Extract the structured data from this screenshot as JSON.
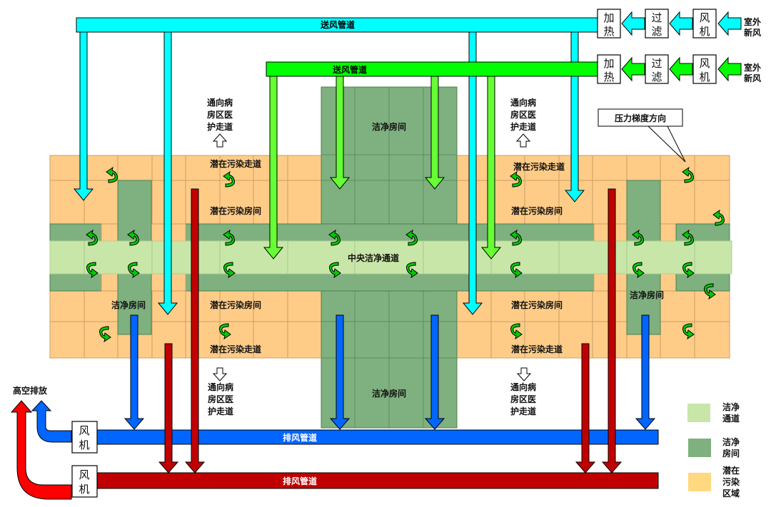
{
  "title": "负压病房通风系统气流组织示意图",
  "colors": {
    "supply_cyan": "#00FFFF",
    "supply_green": "#00FF00",
    "supply_branch_green": "#66FF33",
    "exhaust_blue": "#0066FF",
    "exhaust_red": "#C00000",
    "exhaust_outlet_red": "#FF0000",
    "clean_corridor": "#C8E6A8",
    "clean_room": "#7FB07F",
    "contaminated_zone": "#FFCC88",
    "pressure_arrow": "#00CC00"
  },
  "supply": {
    "cyan_duct_label": "送风管道",
    "green_duct_label": "送风管道",
    "chain": [
      {
        "label_line1": "加",
        "label_line2": "热"
      },
      {
        "label_line1": "过",
        "label_line2": "滤"
      },
      {
        "label_line1": "风",
        "label_line2": "机"
      }
    ],
    "intake_line1": "室外",
    "intake_line2": "新风"
  },
  "exhaust": {
    "blue_duct_label": "排风管道",
    "red_duct_label": "排风管道",
    "fan_line1": "风",
    "fan_line2": "机",
    "outlet_label": "高空排放"
  },
  "zones": {
    "central_corridor": "中央洁净通道",
    "clean_room": "洁净房间",
    "contaminated_room": "潜在污染房间",
    "contaminated_corridor": "潜在污染走道",
    "to_ward_line1": "通向病",
    "to_ward_line2": "房区医",
    "to_ward_line3": "护走道"
  },
  "callout": {
    "pressure_gradient": "压力梯度方向"
  },
  "legend": [
    {
      "line1": "洁净",
      "line2": "通道",
      "line3": "",
      "color": "#C8E6A8"
    },
    {
      "line1": "洁净",
      "line2": "房间",
      "line3": "",
      "color": "#7FB07F"
    },
    {
      "line1": "潜在",
      "line2": "污染",
      "line3": "区域",
      "color": "#FFD880"
    }
  ]
}
